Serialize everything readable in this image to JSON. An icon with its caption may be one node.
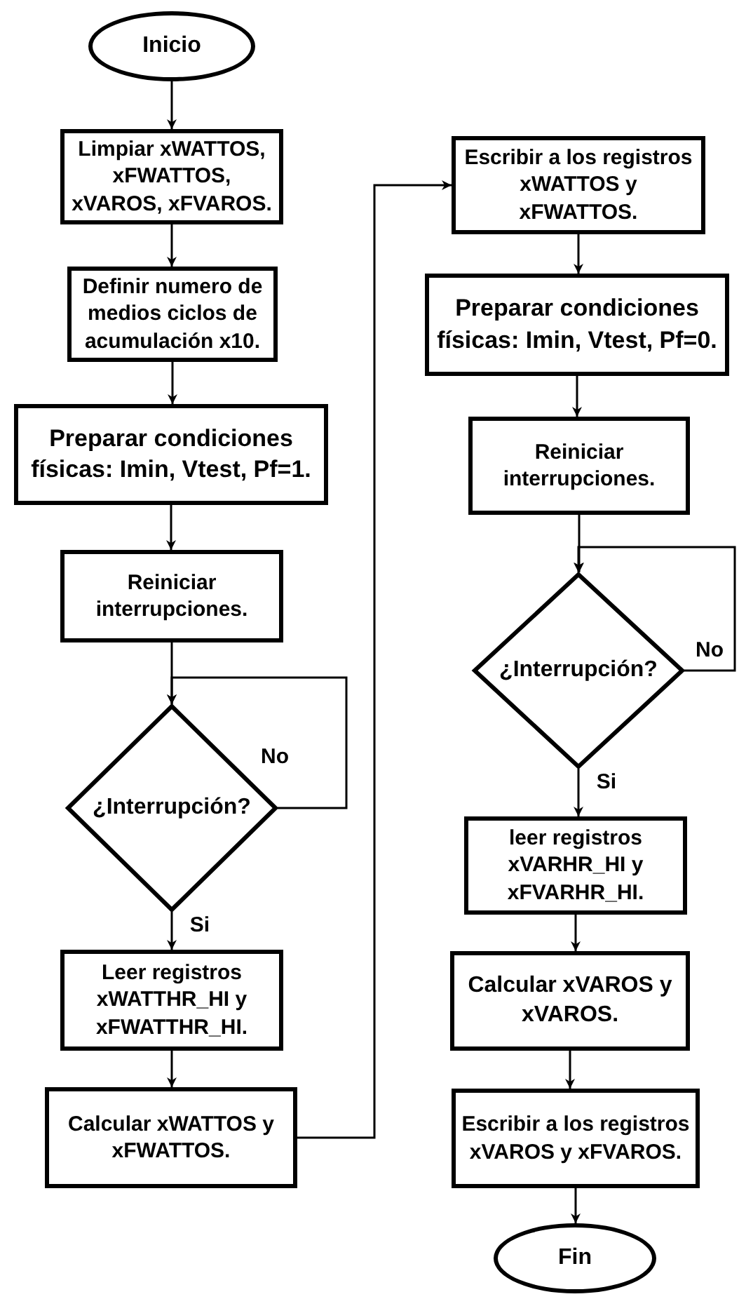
{
  "diagram": {
    "nodes": [
      {
        "text": [
          "Inicio"
        ]
      },
      {
        "text": [
          "Limpiar xWATTOS, xFWATTOS, xVAROS, xFVAROS."
        ]
      },
      {
        "text": [
          "Definir numero de medios ciclos de acumulación x10."
        ]
      },
      {
        "text": [
          "Preparar condiciones físicas: Imin, Vtest, Pf=1."
        ]
      },
      {
        "text": [
          "Reiniciar interrupciones."
        ]
      },
      {
        "text": [
          "¿Interrupción?"
        ]
      },
      {
        "text": [
          "Leer registros xWATTHR_HI y xFWATTHR_HI."
        ]
      },
      {
        "text": [
          "Calcular xWATTOS y xFWATTOS."
        ]
      },
      {
        "text": [
          "Escribir a los registros xWATTOS y xFWATTOS."
        ]
      },
      {
        "text": [
          "Preparar condiciones físicas: Imin, Vtest, Pf=0."
        ]
      },
      {
        "text": [
          "Reiniciar interrupciones."
        ]
      },
      {
        "text": [
          "¿Interrupción?"
        ]
      },
      {
        "text": [
          "leer registros xVARHR_HI y xFVARHR_HI."
        ]
      },
      {
        "text": [
          "Calcular xVAROS y xVAROS."
        ]
      },
      {
        "text": [
          "Escribir a los registros xVAROS y xFVAROS."
        ]
      },
      {
        "text": [
          "Fin"
        ]
      }
    ],
    "edges": [
      {
        "from": 0,
        "to": 1,
        "arrow": "to"
      },
      {
        "from": 1,
        "to": 2,
        "arrow": "to"
      },
      {
        "from": 2,
        "to": 3,
        "arrow": "to"
      },
      {
        "from": 3,
        "to": 4,
        "arrow": "to"
      },
      {
        "from": 4,
        "to": 5,
        "arrow": "to"
      },
      {
        "from": 5,
        "to": 5,
        "arrow": "to",
        "label": "No"
      },
      {
        "from": 5,
        "to": 6,
        "arrow": "to",
        "label": "Si"
      },
      {
        "from": 6,
        "to": 7,
        "arrow": "to"
      },
      {
        "from": 7,
        "to": 8,
        "arrow": "to"
      },
      {
        "from": 8,
        "to": 9,
        "arrow": "to"
      },
      {
        "from": 9,
        "to": 10,
        "arrow": "to"
      },
      {
        "from": 10,
        "to": 11,
        "arrow": "to"
      },
      {
        "from": 11,
        "to": 11,
        "arrow": "to",
        "label": "No"
      },
      {
        "from": 11,
        "to": 12,
        "arrow": "to",
        "label": "Si"
      },
      {
        "from": 12,
        "to": 13,
        "arrow": "to"
      },
      {
        "from": 13,
        "to": 14,
        "arrow": "to"
      },
      {
        "from": 14,
        "to": 15,
        "arrow": "to"
      }
    ]
  }
}
